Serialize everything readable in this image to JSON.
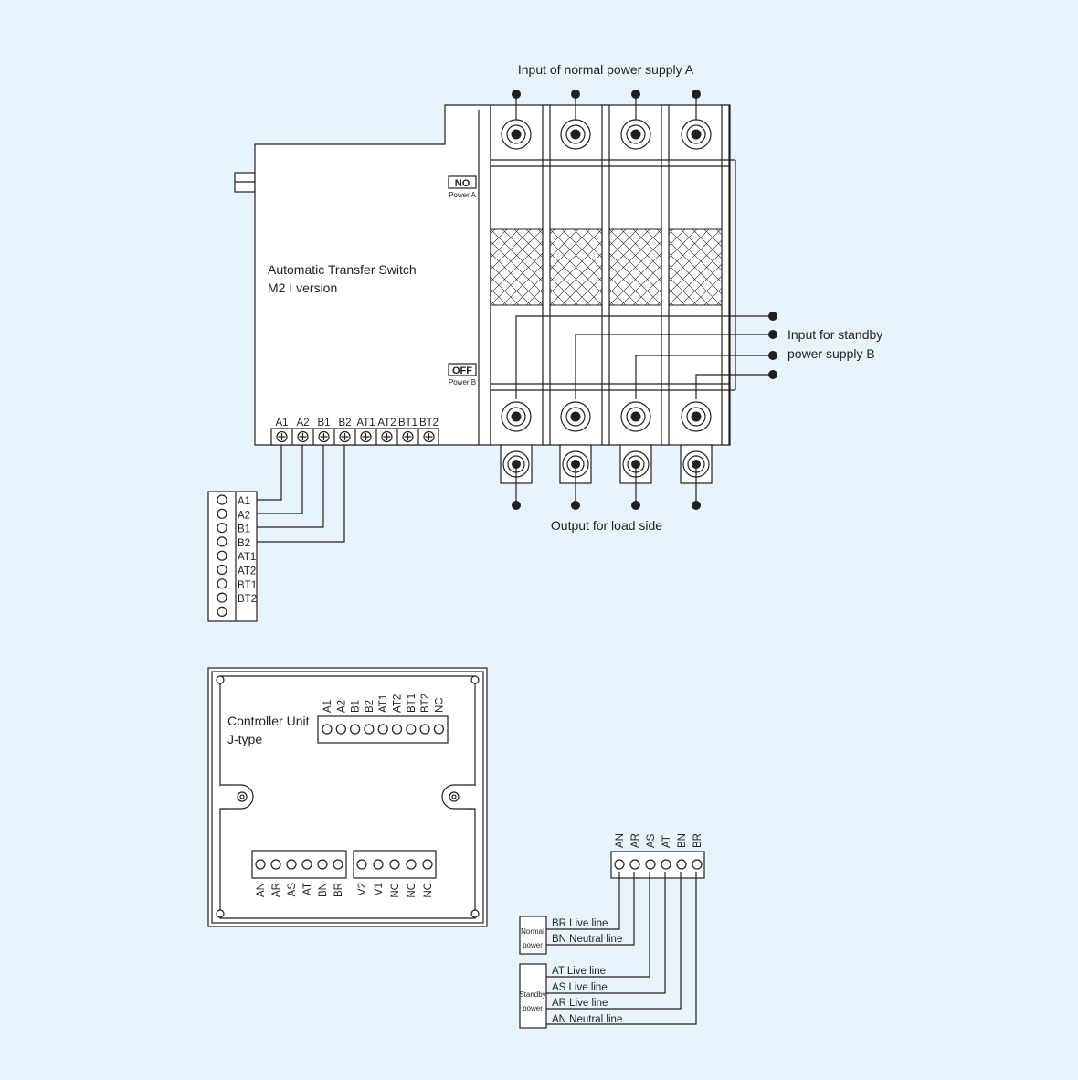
{
  "ats": {
    "title_line1": "Automatic Transfer Switch",
    "title_line2": "M2 I version",
    "no_label": "NO",
    "no_sub": "Power A",
    "off_label": "OFF",
    "off_sub": "Power B",
    "terminals": [
      "A1",
      "A2",
      "B1",
      "B2",
      "AT1",
      "AT2",
      "BT1",
      "BT2"
    ]
  },
  "labels": {
    "input_a": "Input of normal power supply A",
    "input_b_line1": "Input for standby",
    "input_b_line2": "power supply B",
    "output": "Output for load side"
  },
  "side_block": {
    "terminals": [
      "A1",
      "A2",
      "B1",
      "B2",
      "AT1",
      "AT2",
      "BT1",
      "BT2"
    ]
  },
  "controller": {
    "title_line1": "Controller Unit",
    "title_line2": "J-type",
    "top_terminals": [
      "A1",
      "A2",
      "B1",
      "B2",
      "AT1",
      "AT2",
      "BT1",
      "BT2",
      "NC"
    ],
    "bottom_left_terminals": [
      "AN",
      "AR",
      "AS",
      "AT",
      "BN",
      "BR"
    ],
    "bottom_right_terminals": [
      "V2",
      "V1",
      "NC",
      "NC",
      "NC"
    ]
  },
  "power_wiring": {
    "terminals": [
      "AN",
      "AR",
      "AS",
      "AT",
      "BN",
      "BR"
    ],
    "normal_box_line1": "Normal",
    "normal_box_line2": "power",
    "standby_box_line1": "Standby",
    "standby_box_line2": "power",
    "normal_lines": [
      "BR Live line",
      "BN Neutral line"
    ],
    "standby_lines": [
      "AT Live line",
      "AS Live line",
      "AR Live line",
      "AN Neutral line"
    ]
  }
}
